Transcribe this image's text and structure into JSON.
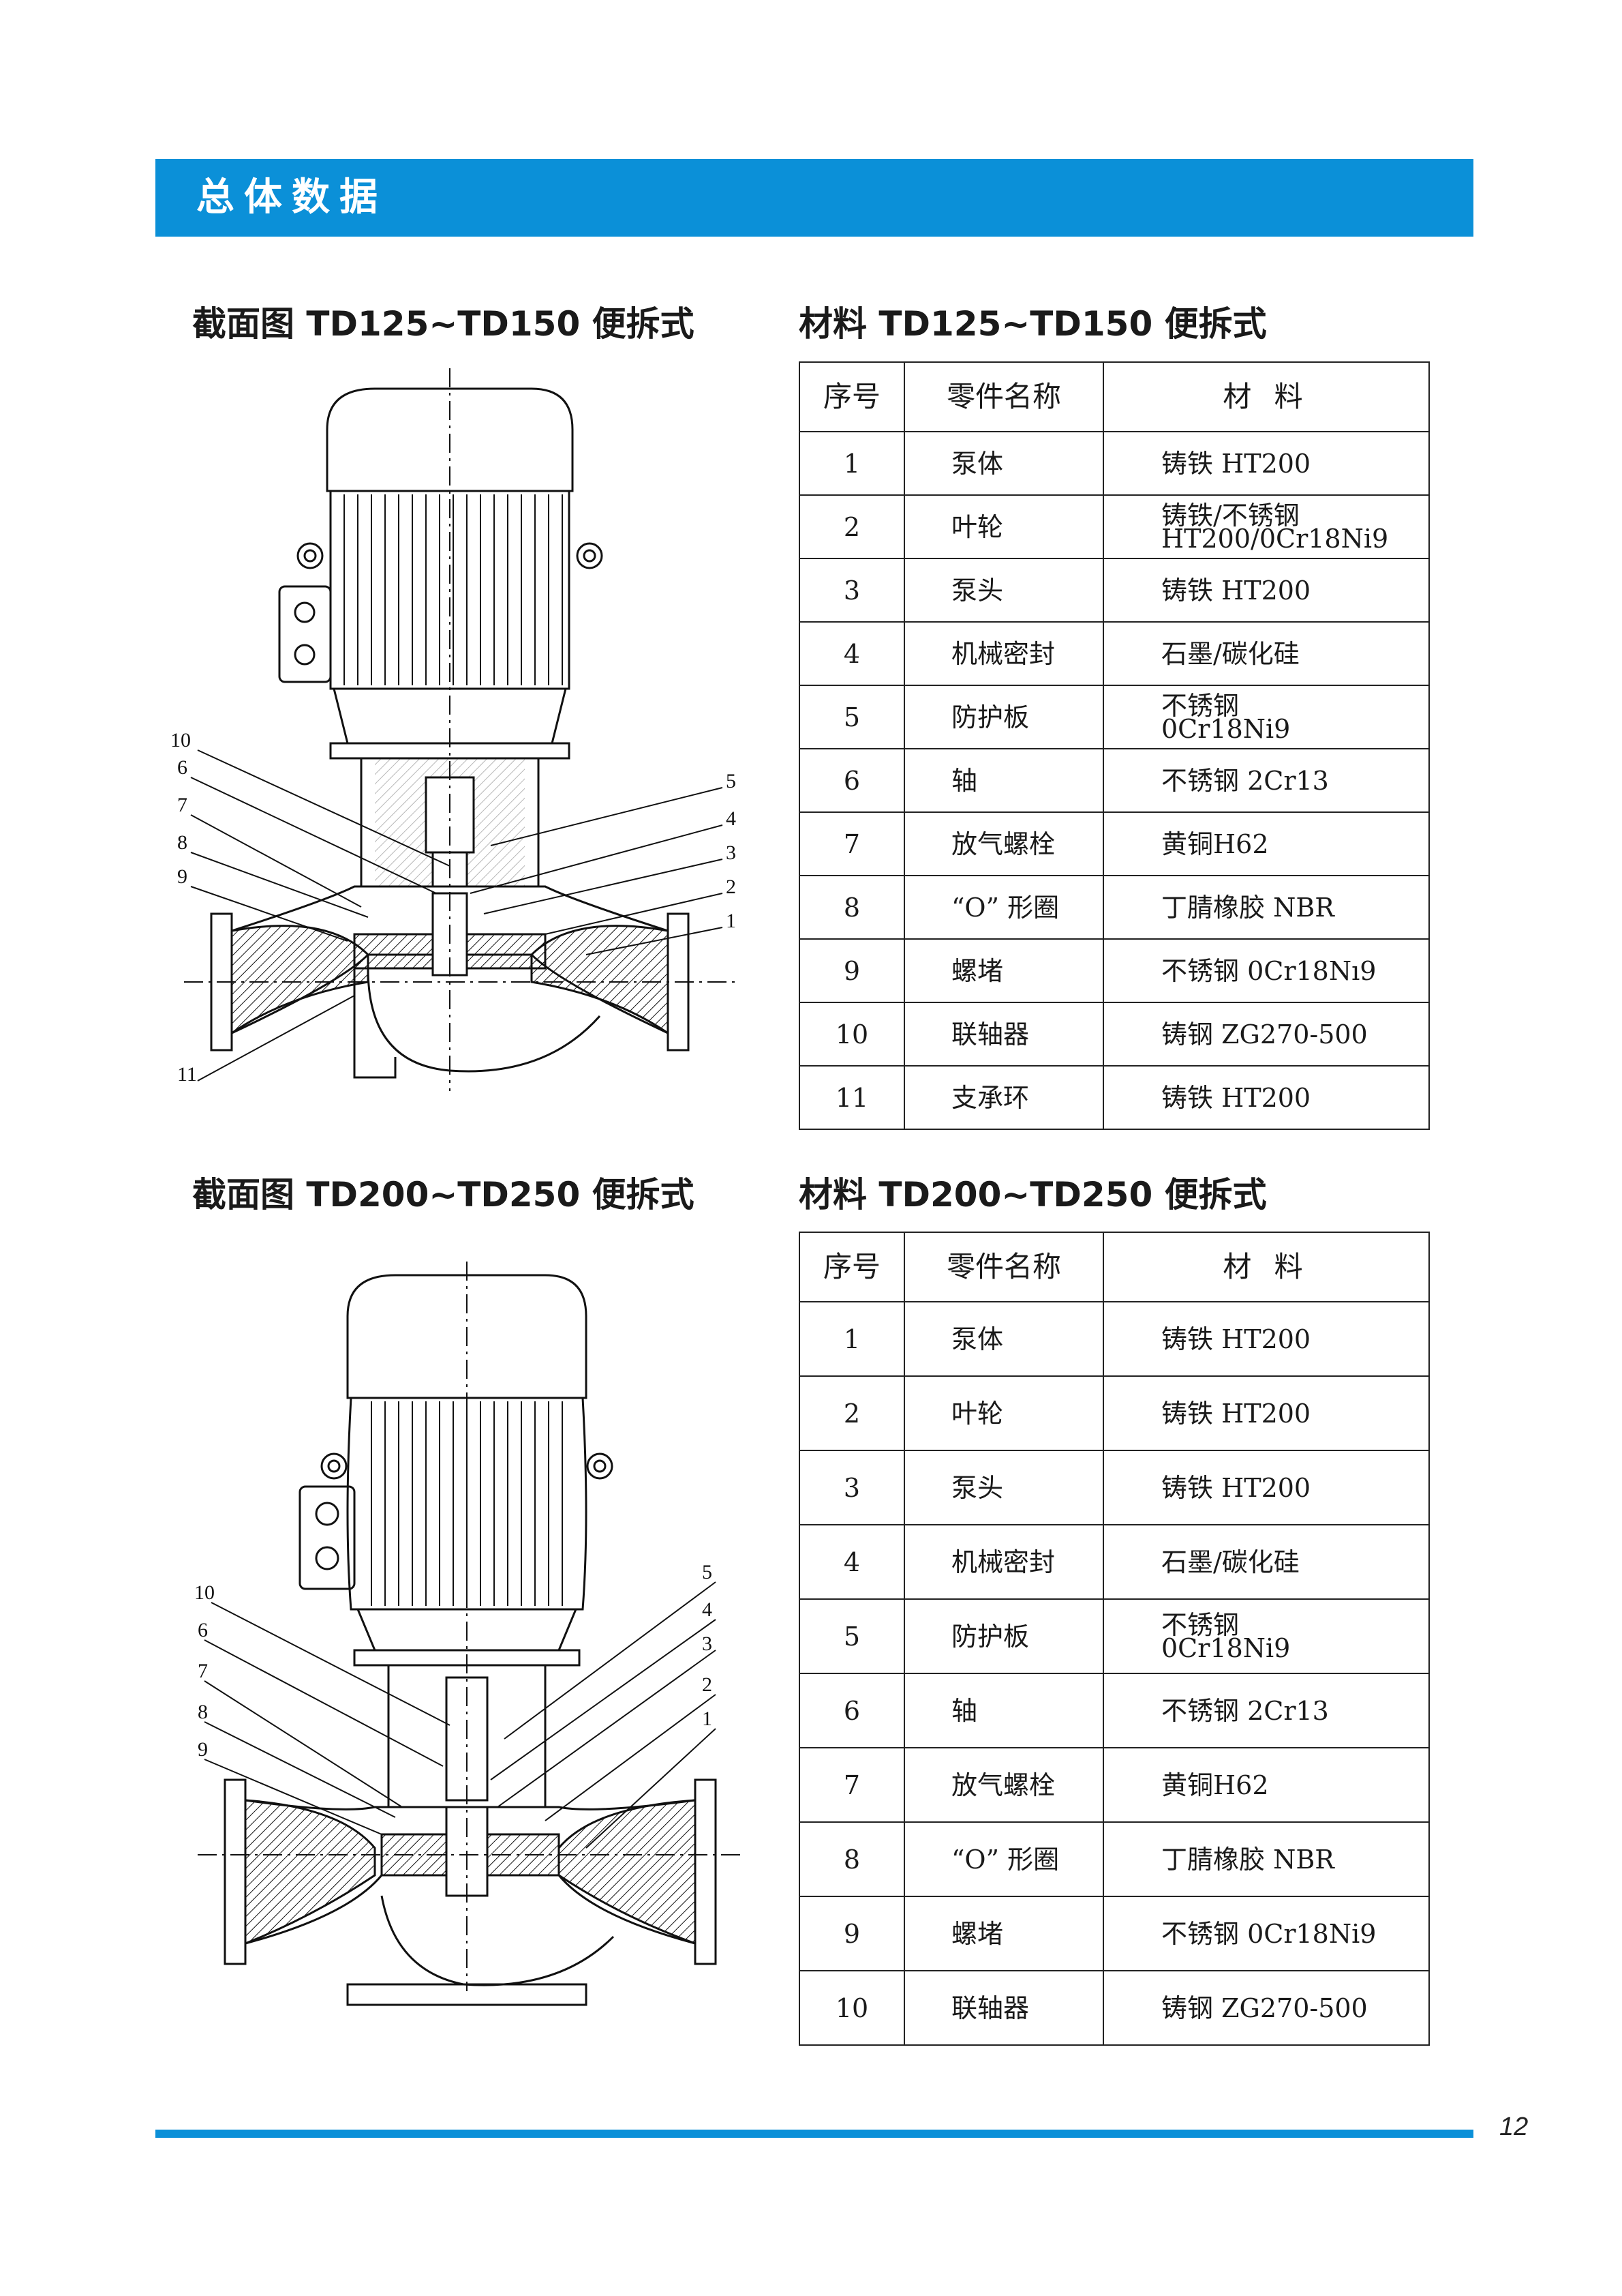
{
  "banner": {
    "title": "总体数据"
  },
  "section1": {
    "diagram_title": "截面图 TD125~TD150 便拆式",
    "table_title": "材料 TD125~TD150 便拆式",
    "headers": [
      "序号",
      "零件名称",
      "材 料"
    ],
    "rows": [
      {
        "no": "1",
        "part": "泵体",
        "material": [
          "铸铁 HT200"
        ]
      },
      {
        "no": "2",
        "part": "叶轮",
        "material": [
          "铸铁/不锈钢",
          "HT200/0Cr18Ni9"
        ]
      },
      {
        "no": "3",
        "part": "泵头",
        "material": [
          "铸铁 HT200"
        ]
      },
      {
        "no": "4",
        "part": "机械密封",
        "material": [
          "石墨/碳化硅"
        ]
      },
      {
        "no": "5",
        "part": "防护板",
        "material": [
          "不锈钢",
          "0Cr18Ni9"
        ]
      },
      {
        "no": "6",
        "part": "轴",
        "material": [
          "不锈钢 2Cr13"
        ]
      },
      {
        "no": "7",
        "part": "放气螺栓",
        "material": [
          "黄铜H62"
        ]
      },
      {
        "no": "8",
        "part": "“O” 形圈",
        "material": [
          "丁腈橡胶 NBR"
        ]
      },
      {
        "no": "9",
        "part": "螺堵",
        "material": [
          "不锈钢 0Cr18Nı9"
        ]
      },
      {
        "no": "10",
        "part": "联轴器",
        "material": [
          "铸钢 ZG270-500"
        ]
      },
      {
        "no": "11",
        "part": "支承环",
        "material": [
          "铸铁 HT200"
        ]
      }
    ],
    "callouts": [
      "10",
      "6",
      "7",
      "8",
      "9",
      "11",
      "5",
      "4",
      "3",
      "2",
      "1"
    ]
  },
  "section2": {
    "diagram_title": "截面图 TD200~TD250 便拆式",
    "table_title": "材料 TD200~TD250 便拆式",
    "headers": [
      "序号",
      "零件名称",
      "材 料"
    ],
    "rows": [
      {
        "no": "1",
        "part": "泵体",
        "material": [
          "铸铁 HT200"
        ]
      },
      {
        "no": "2",
        "part": "叶轮",
        "material": [
          "铸铁 HT200"
        ]
      },
      {
        "no": "3",
        "part": "泵头",
        "material": [
          "铸铁 HT200"
        ]
      },
      {
        "no": "4",
        "part": "机械密封",
        "material": [
          "石墨/碳化硅"
        ]
      },
      {
        "no": "5",
        "part": "防护板",
        "material": [
          "不锈钢",
          "0Cr18Ni9"
        ]
      },
      {
        "no": "6",
        "part": "轴",
        "material": [
          "不锈钢 2Cr13"
        ]
      },
      {
        "no": "7",
        "part": "放气螺栓",
        "material": [
          "黄铜H62"
        ]
      },
      {
        "no": "8",
        "part": "“O” 形圈",
        "material": [
          "丁腈橡胶 NBR"
        ]
      },
      {
        "no": "9",
        "part": "螺堵",
        "material": [
          "不锈钢 0Cr18Ni9"
        ]
      },
      {
        "no": "10",
        "part": "联轴器",
        "material": [
          "铸钢 ZG270-500"
        ]
      }
    ],
    "callouts": [
      "10",
      "6",
      "7",
      "8",
      "9",
      "5",
      "4",
      "3",
      "2",
      "1"
    ]
  },
  "footer": {
    "page_number": "12"
  }
}
